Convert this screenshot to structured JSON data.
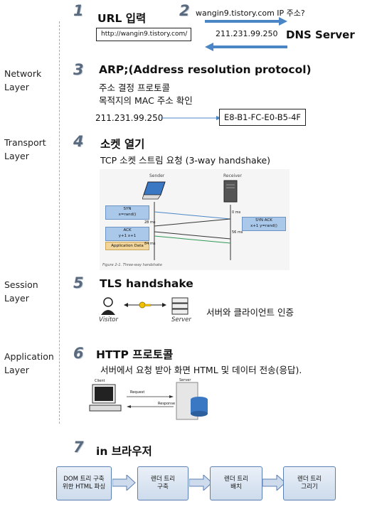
{
  "steps": [
    {
      "num": "1",
      "title": "URL 입력",
      "url": "http://wangin9.tistory.com/"
    },
    {
      "num": "2",
      "query": "wangin9.tistory.com IP 주소?",
      "answer": "211.231.99.250",
      "server": "DNS Server"
    },
    {
      "num": "3",
      "title": "ARP;(Address resolution protocol)",
      "line1": "주소 결정 프로토콜",
      "line2": "목적지의 MAC 주소  확인",
      "ip": "211.231.99.250",
      "mac": "E8-B1-FC-E0-B5-4F"
    },
    {
      "num": "4",
      "title": "소켓 열기",
      "desc": "TCP 소켓 스트림 요청 (3-way handshake)"
    },
    {
      "num": "5",
      "title": "TLS handshake",
      "desc": "서버와 클라이언트 인증",
      "visitor": "Visitor",
      "server": "Server"
    },
    {
      "num": "6",
      "title": "HTTP 프로토콜",
      "desc": "서버에서 요청 받아 화면 HTML 및 데이터 전송(응답).",
      "client": "Client",
      "server": "Server",
      "request": "Request",
      "response": "Response"
    },
    {
      "num": "7",
      "title": "in 브라우저"
    }
  ],
  "layers": {
    "network": [
      "Network",
      "Layer"
    ],
    "transport": [
      "Transport",
      "Layer"
    ],
    "session": [
      "Session",
      "Layer"
    ],
    "application": [
      "Application",
      "Layer"
    ]
  },
  "handshake": {
    "sender": "Sender",
    "receiver": "Receiver",
    "syn": "SYN",
    "syn_sub": "x=rand()",
    "synack": "SYN ACK",
    "synack_sub": "x+1  y=rand()",
    "ack": "ACK",
    "ack_sub": "y+1   x+1",
    "appdata": "Application Data",
    "t0": "0 ms",
    "t28": "28 ms",
    "t56": "56 ms",
    "t84": "84 ms",
    "caption": "Figure 2-1. Three-way handshake"
  },
  "flow": [
    "DOM 트리 구축\n위한 HTML 파싱",
    "렌더 트리\n구축",
    "렌더 트리\n배치",
    "렌더 트리\n그리기"
  ],
  "colors": {
    "arrow": "#4a86c5",
    "step_num": "#5a6a7e",
    "flow_box": "#cddbec"
  }
}
